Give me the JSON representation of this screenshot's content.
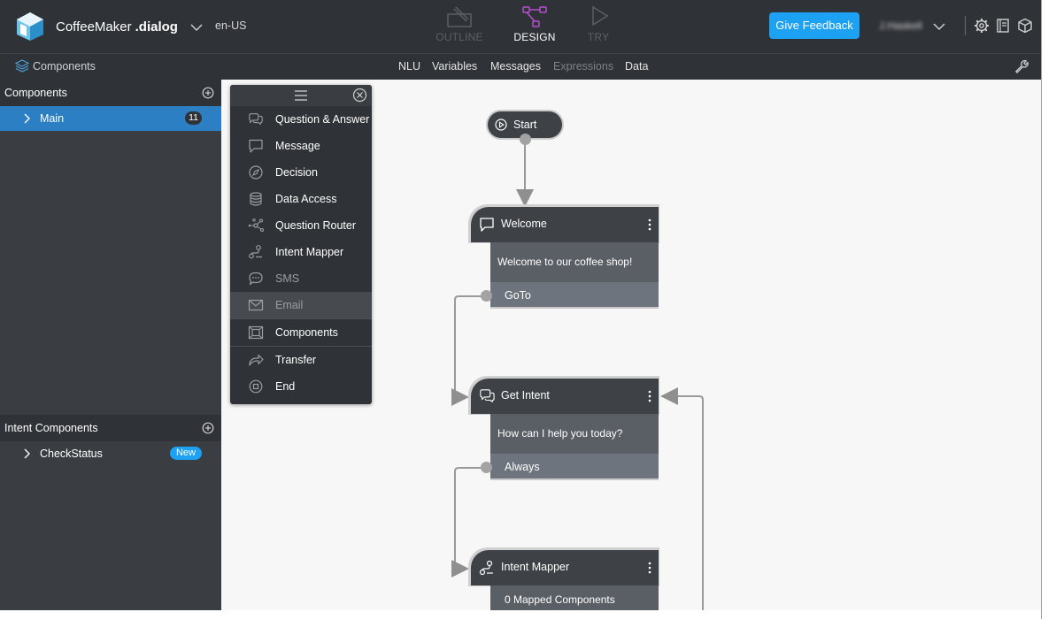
{
  "header": {
    "app_name": "CoffeeMaker",
    "app_ext": ".dialog",
    "locale": "en-US",
    "modes": [
      {
        "label": "OUTLINE",
        "state": "disabled"
      },
      {
        "label": "DESIGN",
        "state": "active"
      },
      {
        "label": "TRY",
        "state": "disabled"
      }
    ],
    "feedback_label": "Give Feedback",
    "user_name": "J.Haskell",
    "accent_color": "#1da1f2",
    "design_icon_color": "#b54fcf"
  },
  "subbar": {
    "crumb": "Components",
    "tabs": [
      {
        "label": "NLU",
        "state": "normal"
      },
      {
        "label": "Variables",
        "state": "normal"
      },
      {
        "label": "Messages",
        "state": "normal"
      },
      {
        "label": "Expressions",
        "state": "disabled"
      },
      {
        "label": "Data",
        "state": "normal"
      }
    ]
  },
  "sidebar": {
    "components_title": "Components",
    "components": [
      {
        "label": "Main",
        "count": "11",
        "selected": true
      }
    ],
    "intent_title": "Intent Components",
    "intent_components": [
      {
        "label": "CheckStatus",
        "badge": "New"
      }
    ]
  },
  "palette": {
    "items": [
      {
        "label": "Question & Answer",
        "icon": "qa-icon"
      },
      {
        "label": "Message",
        "icon": "message-icon"
      },
      {
        "label": "Decision",
        "icon": "compass-icon"
      },
      {
        "label": "Data Access",
        "icon": "database-icon"
      },
      {
        "label": "Question Router",
        "icon": "router-icon"
      },
      {
        "label": "Intent Mapper",
        "icon": "intent-mapper-icon"
      },
      {
        "label": "SMS",
        "icon": "sms-icon",
        "state": "disabled"
      },
      {
        "label": "Email",
        "icon": "email-icon",
        "state": "disabled-highlighted"
      },
      {
        "label": "Components",
        "icon": "components-icon"
      },
      {
        "label": "Transfer",
        "icon": "transfer-icon"
      },
      {
        "label": "End",
        "icon": "end-icon"
      }
    ]
  },
  "flow": {
    "start_label": "Start",
    "nodes": [
      {
        "title": "Welcome",
        "icon": "message-icon",
        "body": "Welcome to our coffee shop!",
        "footer": "GoTo"
      },
      {
        "title": "Get Intent",
        "icon": "qa-icon",
        "body": "How can I help you today?",
        "footer": "Always"
      },
      {
        "title": "Intent Mapper",
        "icon": "intent-mapper-icon",
        "body": "0 Mapped Components",
        "footer": ""
      }
    ]
  }
}
